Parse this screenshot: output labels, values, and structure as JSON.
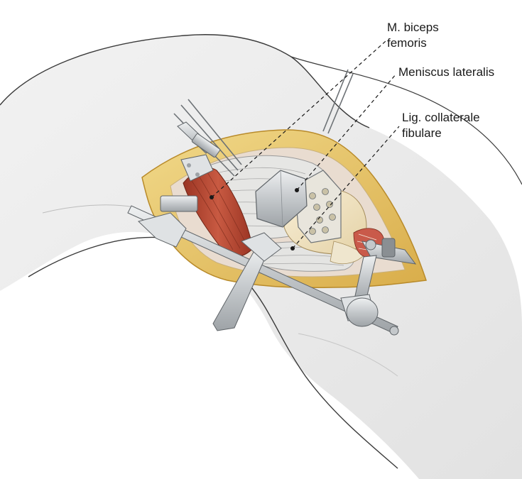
{
  "labels": {
    "biceps": {
      "line1": "M. biceps",
      "line2": "femoris"
    },
    "meniscus": {
      "line1": "Meniscus lateralis"
    },
    "ligament": {
      "line1": "Lig. collaterale",
      "line2": "fibulare"
    }
  },
  "colors": {
    "skin": "#ececec",
    "skin_outline": "#3a3a3a",
    "fat": "#e9c76a",
    "fat_edge": "#b88a2a",
    "muscle": "#b84a35",
    "tendon": "#dcdcdc",
    "bone": "#efe2c2",
    "instrument": "#cfd2d4",
    "instrument_dark": "#8a8f93",
    "leader": "#1a1a1a"
  },
  "icons": {
    "retractor": "retractor-instrument",
    "guide_pins": "kirschner-wire-pins",
    "cutting_block": "perforated-cutting-block"
  }
}
